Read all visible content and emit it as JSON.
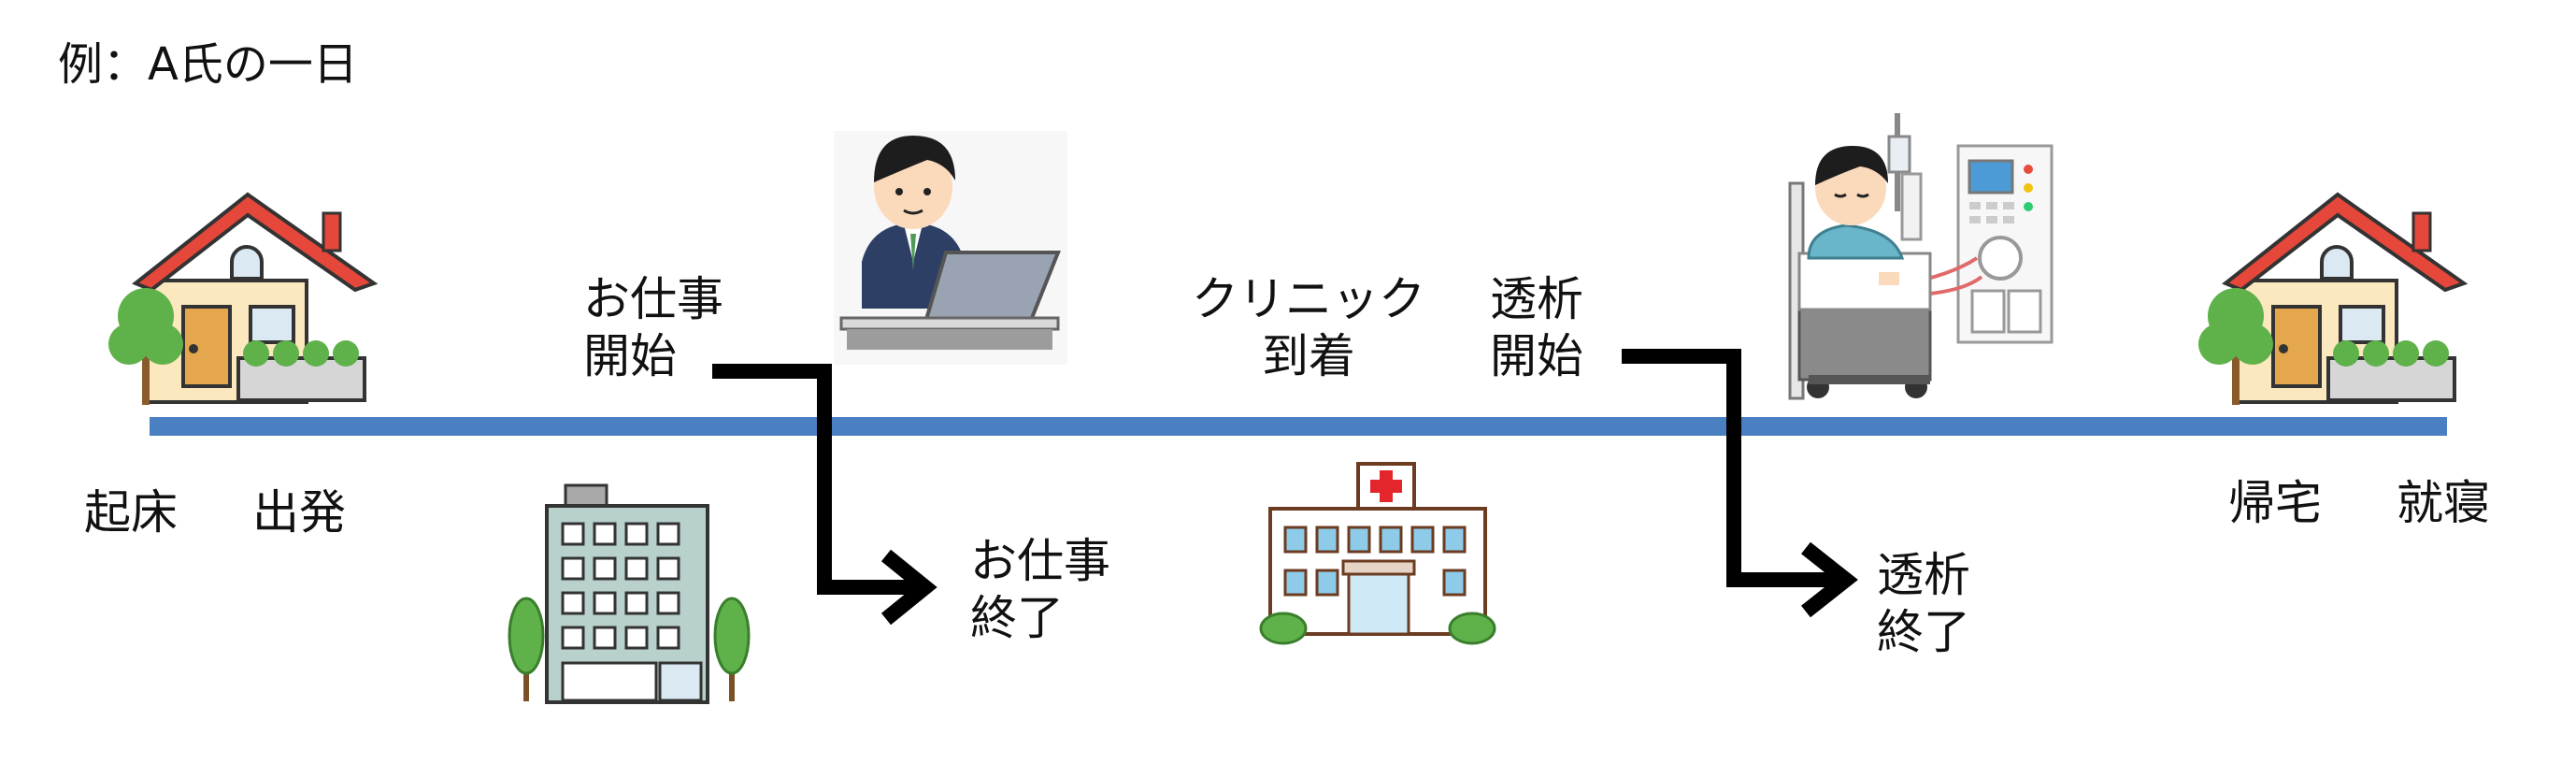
{
  "title": "例：A氏の一日",
  "events": {
    "wake": "起床",
    "depart": "出発",
    "work_start_1": "お仕事",
    "work_start_2": "開始",
    "work_end_1": "お仕事",
    "work_end_2": "終了",
    "clinic_1": "クリニック",
    "clinic_2": "到着",
    "dialysis_start_1": "透析",
    "dialysis_start_2": "開始",
    "dialysis_end_1": "透析",
    "dialysis_end_2": "終了",
    "return_home": "帰宅",
    "sleep": "就寝"
  },
  "colors": {
    "timeline": "#4a7fc1",
    "arrow": "#000000",
    "roof": "#e5473a",
    "house_wall": "#fbe8bf",
    "tree": "#5fb14a",
    "building": "#b9d1cc",
    "hospital_cross": "#e3262b",
    "window_blue": "#8ecbe8"
  }
}
